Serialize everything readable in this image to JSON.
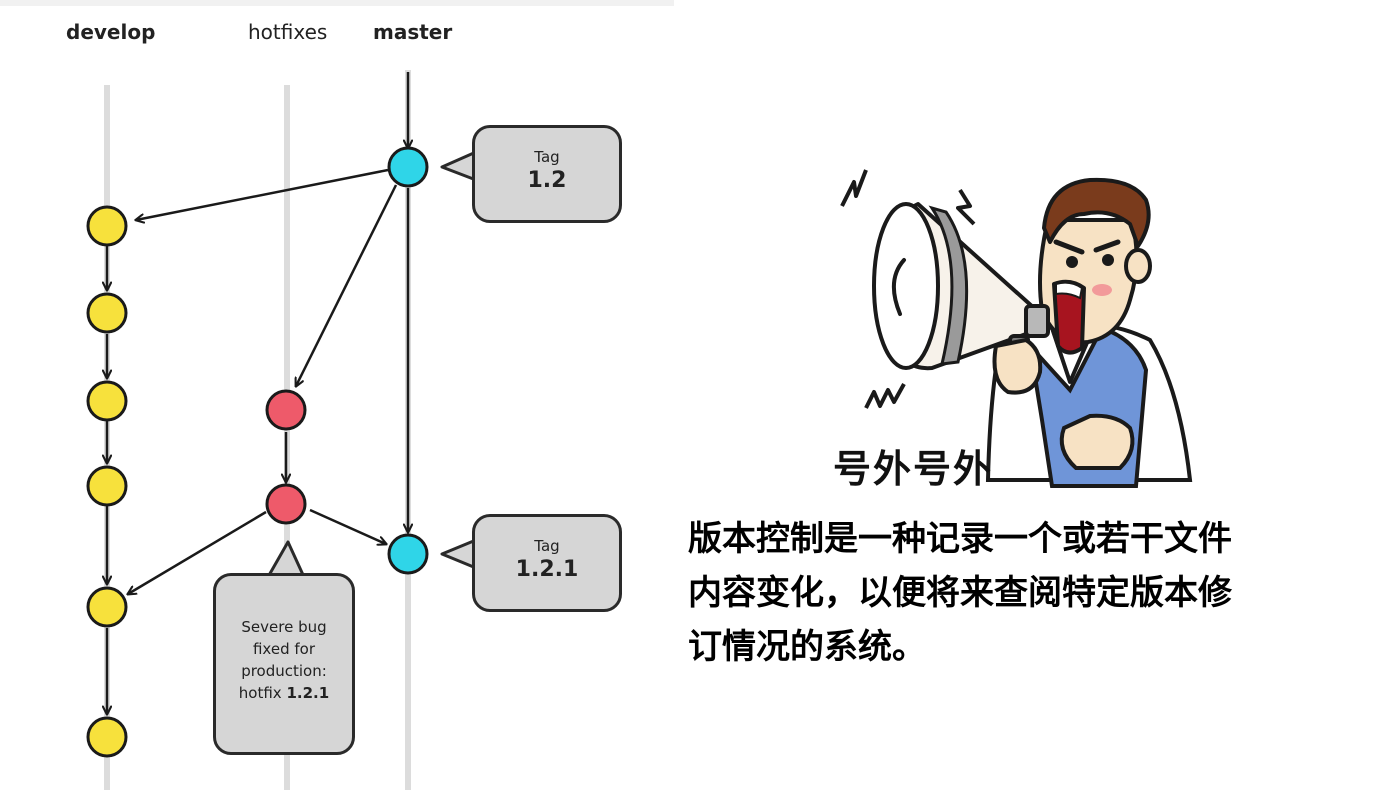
{
  "branches": {
    "develop": "develop",
    "hotfixes": "hotfixes",
    "master": "master"
  },
  "tags": {
    "tag_1": {
      "label": "Tag",
      "version": "1.2"
    },
    "tag_2": {
      "label": "Tag",
      "version": "1.2.1"
    }
  },
  "note": {
    "lines": [
      "Severe bug",
      "fixed for",
      "production:"
    ],
    "last_prefix": "hotfix ",
    "last_version": "1.2.1"
  },
  "announcement": {
    "title": "号外号外",
    "lines": [
      "版本控制是一种记录一个或若干文件",
      "内容变化，以便将来查阅特定版本修",
      "订情况的系统。"
    ]
  },
  "colors": {
    "develop_commit": "#f7e13c",
    "hotfix_commit": "#ee5a6a",
    "master_commit": "#2fd5e8",
    "lane": "#dcdcdc",
    "bubble": "#d6d6d6",
    "vest": "#6f95d8",
    "hair": "#7a3b1c"
  },
  "icons": {
    "commit": "circle-node",
    "arrow": "arrow-icon",
    "megaphone": "megaphone-icon"
  }
}
